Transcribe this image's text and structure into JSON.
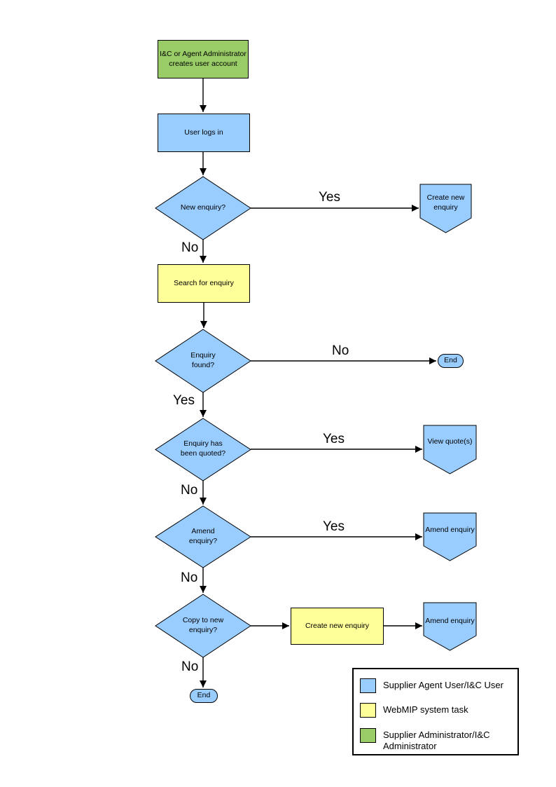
{
  "colors": {
    "blue": "#99CCFF",
    "yellow": "#FFFF99",
    "green": "#99CC66",
    "stroke": "#000000"
  },
  "nodes": {
    "create_account": {
      "label": "I&C or Agent Administrator\ncreates user account",
      "fill": "#99CC66"
    },
    "user_logs_in": {
      "label": "User logs in",
      "fill": "#99CCFF"
    },
    "new_enquiry_decision": {
      "label": "New enquiry?",
      "fill": "#99CCFF"
    },
    "create_new_enquiry_offpage": {
      "label": "Create new\nenquiry",
      "fill": "#99CCFF"
    },
    "search_for_enquiry": {
      "label": "Search for enquiry",
      "fill": "#FFFF99"
    },
    "enquiry_found_decision": {
      "label": "Enquiry\nfound?",
      "fill": "#99CCFF"
    },
    "end_right": {
      "label": "End",
      "fill": "#99CCFF"
    },
    "quoted_decision": {
      "label": "Enquiry has\nbeen quoted?",
      "fill": "#99CCFF"
    },
    "view_quotes_offpage": {
      "label": "View quote(s)",
      "fill": "#99CCFF"
    },
    "amend_decision": {
      "label": "Amend\nenquiry?",
      "fill": "#99CCFF"
    },
    "amend_enquiry_offpage_1": {
      "label": "Amend enquiry",
      "fill": "#99CCFF"
    },
    "copy_decision": {
      "label": "Copy to new\nenquiry?",
      "fill": "#99CCFF"
    },
    "create_new_enquiry_task": {
      "label": "Create new enquiry",
      "fill": "#FFFF99"
    },
    "amend_enquiry_offpage_2": {
      "label": "Amend enquiry",
      "fill": "#99CCFF"
    },
    "end_bottom": {
      "label": "End",
      "fill": "#99CCFF"
    }
  },
  "edge_labels": {
    "new_enquiry_yes": "Yes",
    "new_enquiry_no": "No",
    "enquiry_found_no": "No",
    "enquiry_found_yes": "Yes",
    "quoted_yes": "Yes",
    "quoted_no": "No",
    "amend_yes": "Yes",
    "amend_no": "No",
    "copy_no": "No"
  },
  "legend": {
    "items": [
      {
        "swatch": "#99CCFF",
        "label": "Supplier Agent User/I&C User"
      },
      {
        "swatch": "#FFFF99",
        "label": "WebMIP system task"
      },
      {
        "swatch": "#99CC66",
        "label": "Supplier Administrator/I&C\nAdministrator"
      }
    ]
  }
}
